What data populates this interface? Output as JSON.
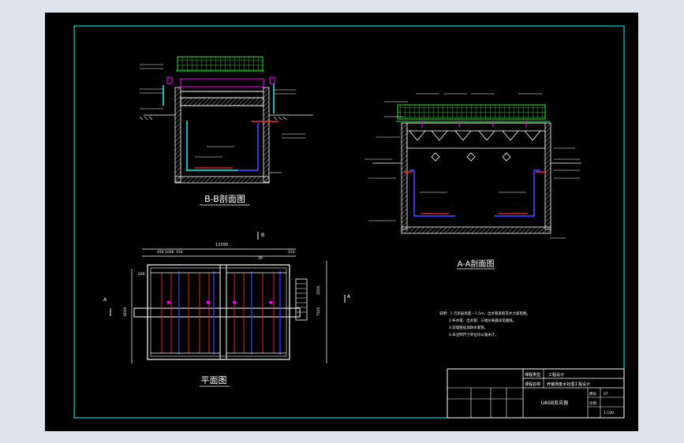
{
  "views": {
    "bb_section": {
      "title": "B-B剖面图"
    },
    "aa_section": {
      "title": "A-A剖面图"
    },
    "plan": {
      "title": "平面图",
      "dim_total": "12200",
      "dim_segments": [
        "450",
        "1000",
        "150"
      ],
      "dim_right_top": "150",
      "dim_left": "500",
      "dim_height": "6000",
      "dim_right_a": "2000",
      "dim_right_b": "7500",
      "dim_center": "20",
      "section_mark_b": "B",
      "section_mark_a": "A"
    }
  },
  "notes": {
    "items": [
      "说明：1.污泥层高度—1.5m，出水管高程见水力高程图。",
      "2.布水管、出水管、三相分离器详见图纸。",
      "3.穿墙管处加防水套管。",
      "4.未注明尺寸单位均以毫米计。"
    ]
  },
  "title_block": {
    "label_project_type": "课程类型",
    "project_type": "工程设计",
    "label_project_name": "课程名称",
    "project_name": "养猪场废水处理工程设计",
    "drawing_name": "UASB反应器",
    "label_drawing_no": "图号",
    "drawing_no": "07",
    "label_scale": "比例",
    "scale": "1:100"
  },
  "colors": {
    "background": "#000000",
    "frame": "#00ffff",
    "pipe_red": "#ff2a2a",
    "pipe_blue": "#3b3bff",
    "green": "#2ee62e",
    "magenta": "#ff00ff"
  }
}
